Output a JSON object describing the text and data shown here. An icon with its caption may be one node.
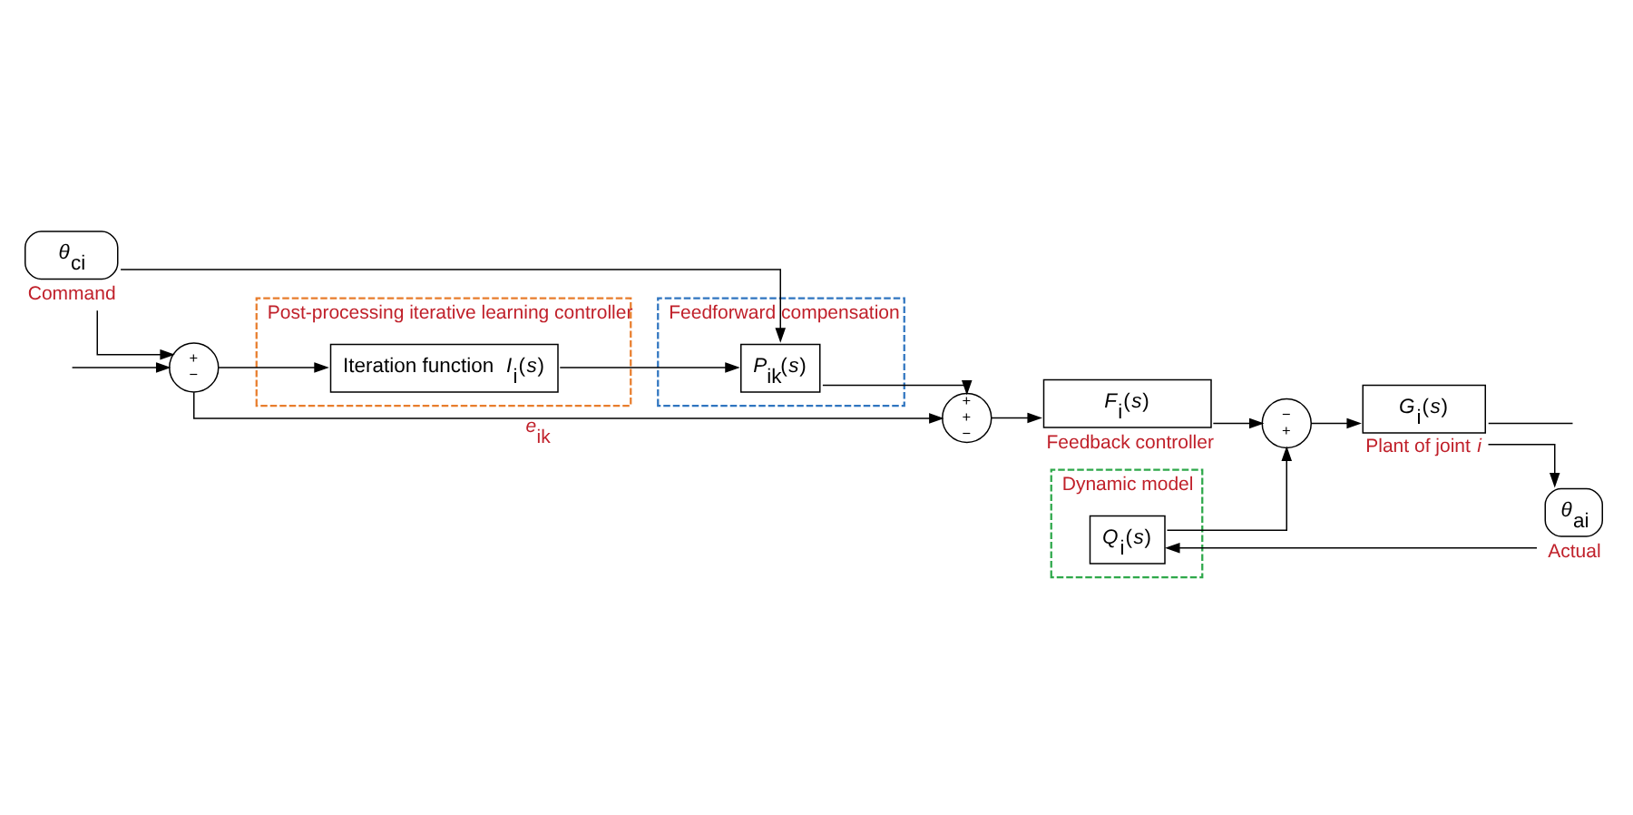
{
  "diagram": {
    "nodes": [
      {
        "text": [
          "Post-processing iterative learning controller"
        ]
      },
      {
        "text": [
          "Iteration function *I*$_{i}$(*s*)"
        ],
        "in": 0
      },
      {
        "text": [
          "Feedforward compensation"
        ]
      },
      {
        "text": [
          "*P*$_{ik}$(*s*)"
        ],
        "in": 2
      },
      {
        "text": [
          "Dynamic model"
        ]
      },
      {
        "text": [
          "*Q*$_{i}$(*s*)"
        ],
        "in": 4
      },
      {
        "text": [
          "*θ*$_{ci}$"
        ],
        "beside": [
          "Command"
        ]
      },
      {
        "text": [
          "+",
          "−"
        ]
      },
      {
        "text": [
          "+",
          "+",
          "−"
        ]
      },
      {
        "text": [
          "*F*$_{i}$(*s*)"
        ],
        "beside": [
          "Feedback controller"
        ]
      },
      {
        "text": [
          "−",
          "+"
        ]
      },
      {
        "text": [
          "*G*$_{i}$(*s*)"
        ],
        "beside": [
          "Plant of joint *i*"
        ]
      },
      {
        "text": [
          "*θ*$_{ai}$"
        ],
        "beside": [
          "Actual"
        ]
      }
    ],
    "edges": [
      {
        "from": 6,
        "to": 7,
        "arrow": "to"
      },
      {
        "from": 6,
        "to": 3,
        "arrow": "to"
      },
      {
        "from": 1,
        "to": 3,
        "arrow": "to"
      },
      {
        "from": 7,
        "to": 1,
        "arrow": "to"
      },
      {
        "from": 7,
        "to": 8,
        "arrow": "to",
        "label": "*e*$_{ik}$"
      },
      {
        "from": 3,
        "to": 8,
        "arrow": "to"
      },
      {
        "from": 8,
        "to": 9,
        "arrow": "to"
      },
      {
        "from": 9,
        "to": 10,
        "arrow": "to"
      },
      {
        "from": 10,
        "to": 11,
        "arrow": "to"
      },
      {
        "from": 11,
        "to": 12,
        "arrow": "to"
      },
      {
        "from": 12,
        "to": 5,
        "arrow": "to"
      },
      {
        "from": 5,
        "to": 10,
        "arrow": "to"
      },
      {
        "from": null,
        "to": 7,
        "arrow": "to"
      },
      {
        "from": 11,
        "to": null,
        "arrow": "none"
      }
    ]
  }
}
